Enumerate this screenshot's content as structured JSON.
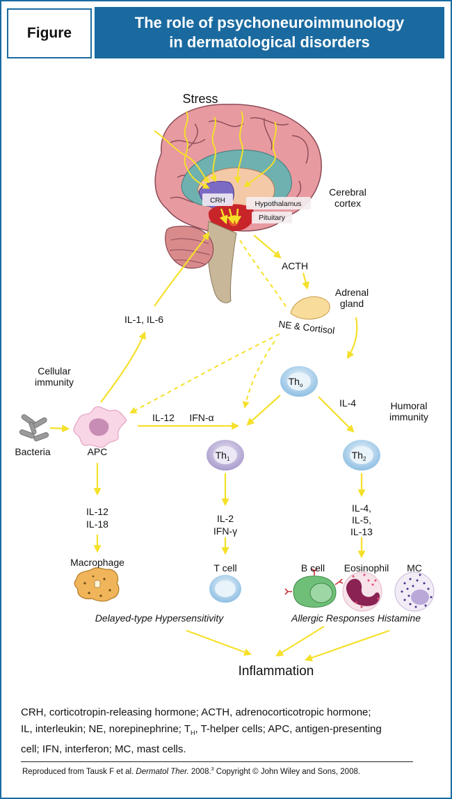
{
  "header": {
    "figure_label": "Figure",
    "title_line1": "The role of psychoneuroimmunology",
    "title_line2": "in dermatological disorders"
  },
  "labels": {
    "stress": "Stress",
    "crh": "CRH",
    "hypothalamus": "Hypothalamus",
    "pituitary": "Pituitary",
    "cerebral_1": "Cerebral",
    "cerebral_2": "cortex",
    "acth": "ACTH",
    "adrenal_1": "Adrenal",
    "adrenal_2": "gland",
    "ne_cortisol": "NE & Cortisol",
    "il1_il6": "IL-1, IL-6",
    "cellular_1": "Cellular",
    "cellular_2": "immunity",
    "humoral_1": "Humoral",
    "humoral_2": "immunity",
    "th0": "Th",
    "th0_sub": "o",
    "th1": "Th",
    "th1_sub": "1",
    "th2": "Th",
    "th2_sub": "2",
    "bacteria": "Bacteria",
    "apc": "APC",
    "il12": "IL-12",
    "ifn_alpha": "IFN-α",
    "il4": "IL-4",
    "apc_il12": "IL-12",
    "apc_il18": "IL-18",
    "macrophage": "Macrophage",
    "il2": "IL-2",
    "ifn_gamma": "IFN-γ",
    "t_cell": "T cell",
    "th2_il4": "IL-4,",
    "th2_il5": "IL-5,",
    "th2_il13": "IL-13",
    "b_cell": "B cell",
    "eosinophil": "Eosinophil",
    "mc": "MC",
    "dth": "Delayed-type Hypersensitivity",
    "allergic": "Allergic Responses Histamine",
    "inflammation": "Inflammation"
  },
  "caption": {
    "line1": "CRH, corticotropin-releasing hormone; ACTH, adrenocorticotropic hormone;",
    "line2": "IL, interleukin; NE, norepinephrine; T",
    "line2_sub": "H",
    "line2_rest": ", T-helper cells; APC, antigen-presenting",
    "line3": "cell; IFN, interferon; MC, mast cells."
  },
  "credit": {
    "prefix": "Reproduced from Tausk F et al. ",
    "journal": "Dermatol Ther.",
    "year": " 2008.",
    "ref": "3",
    "rest": " Copyright © John Wiley and Sons, 2008."
  },
  "colors": {
    "brand_blue": "#1a6aa0",
    "arrow_yellow": "#f5e02a",
    "th1_purple": "#b3a7d3",
    "th_blue": "#a9cce8"
  }
}
